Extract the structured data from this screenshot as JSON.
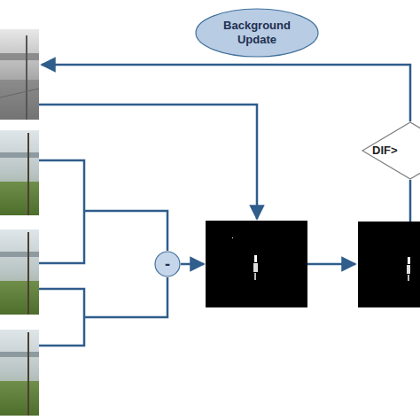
{
  "diagram": {
    "nodes": [
      {
        "text": [
          "Background Update"
        ]
      },
      {
        "text": [
          "-"
        ]
      },
      {
        "text": [
          "DIF>"
        ]
      }
    ]
  }
}
